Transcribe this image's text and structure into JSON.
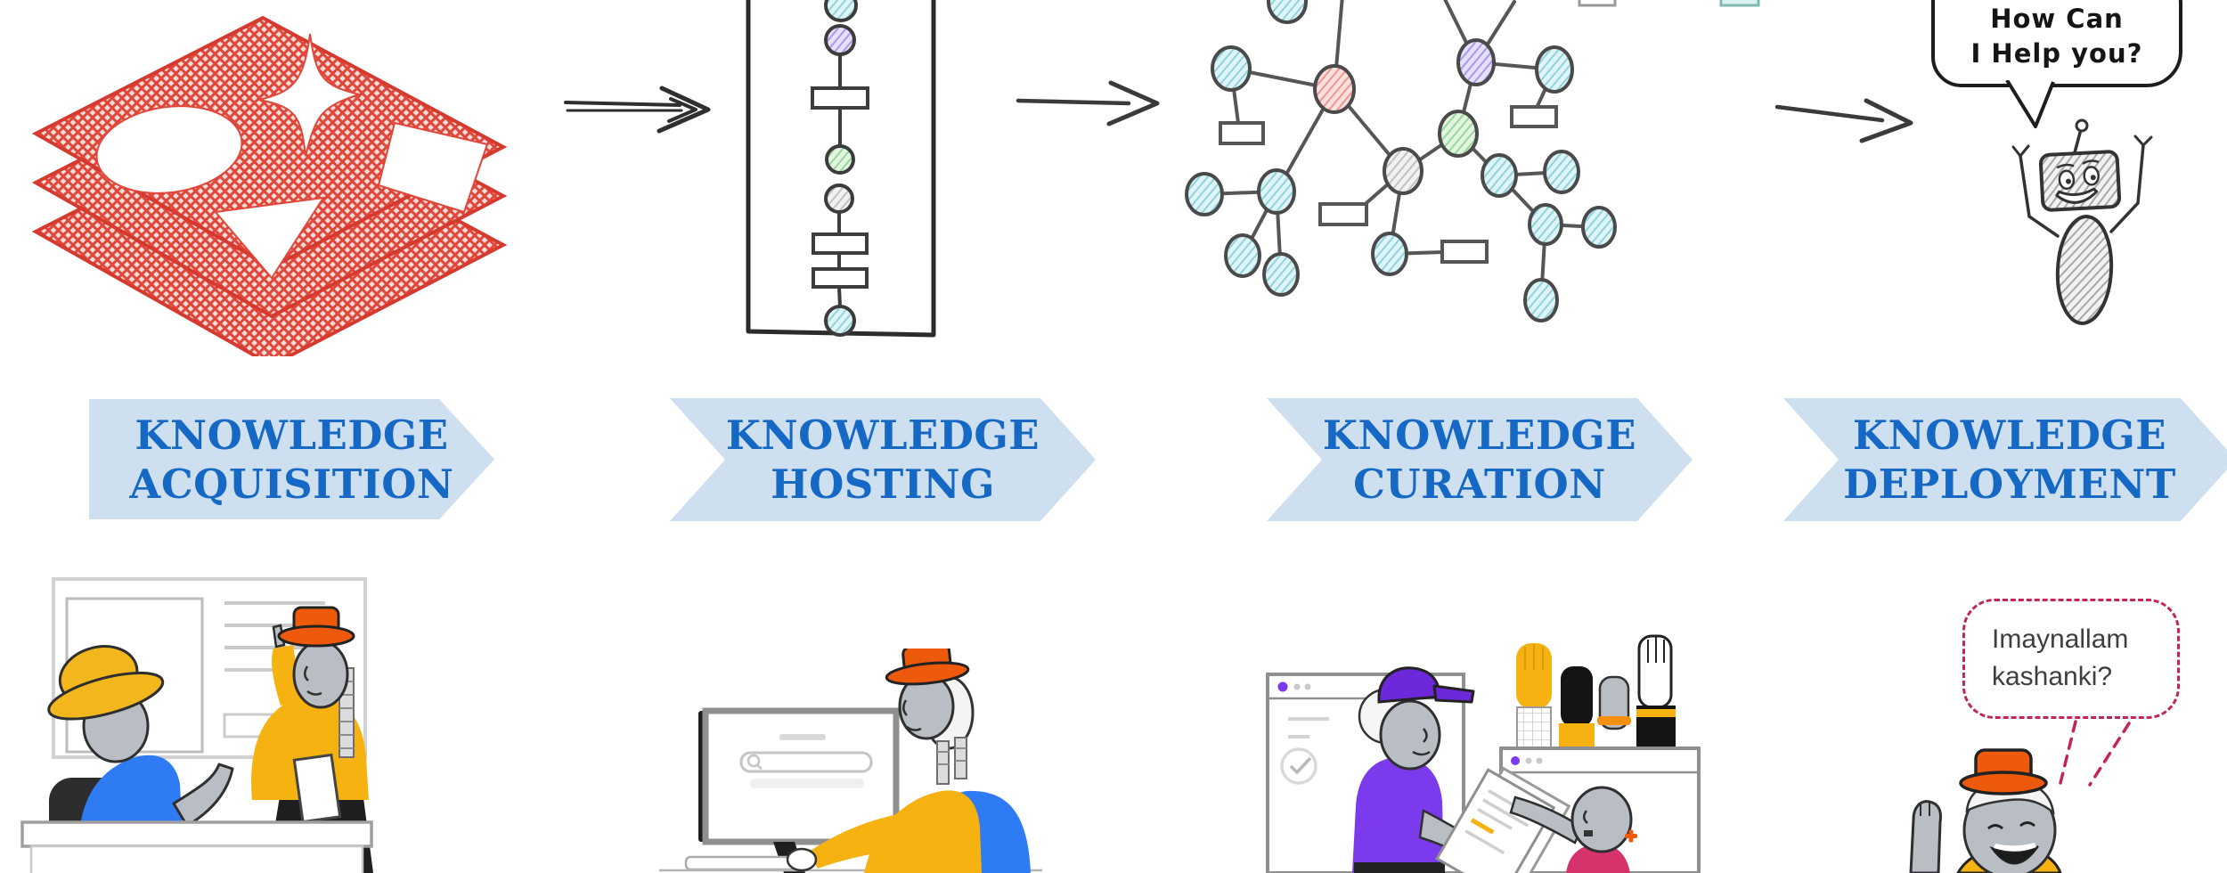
{
  "stages": [
    {
      "id": "acquisition",
      "line1": "KNOWLEDGE",
      "line2": "ACQUISITION"
    },
    {
      "id": "hosting",
      "line1": "KNOWLEDGE",
      "line2": "HOSTING"
    },
    {
      "id": "curation",
      "line1": "KNOWLEDGE",
      "line2": "CURATION"
    },
    {
      "id": "deployment",
      "line1": "KNOWLEDGE",
      "line2": "DEPLOYMENT"
    }
  ],
  "bubbles": {
    "robot": {
      "line1": "How Can",
      "line2": "I Help you?"
    },
    "user": {
      "line1": "Imaynallam",
      "line2": "kashanki?"
    }
  },
  "icons": {
    "monitor_search": "magnifier-icon",
    "browser_task": "check-circle-icon",
    "flow": "hand-drawn-right-arrow"
  },
  "colors": {
    "banner_fill": "#CEDFEF",
    "banner_text": "#1569C5",
    "sketch_red": "#E0463A",
    "accent_orange": "#EE5A0C",
    "accent_yellow": "#F6B211",
    "accent_blue": "#2F7BF3",
    "accent_purple": "#7C3AED",
    "accent_pink_shirt": "#D6336C",
    "bubble_dash": "#C2255C",
    "node_cyan": "#DFF4F7",
    "node_pink": "#FBE0DD",
    "node_purple": "#E7E0FB",
    "node_green": "#E3F4E0",
    "node_gray": "#F1F1F1",
    "skin_gray": "#B9BEC5",
    "chair_black": "#2D2D2D"
  }
}
